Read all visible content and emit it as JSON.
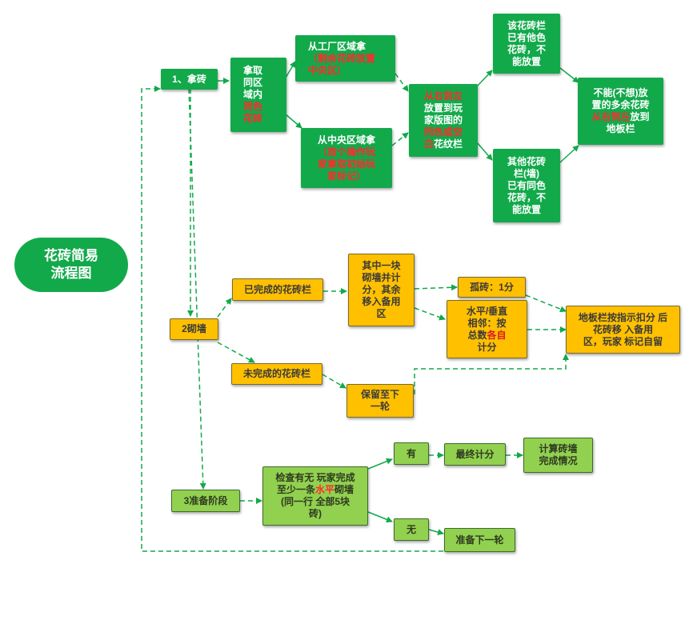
{
  "title": [
    "花砖简易",
    "流程图"
  ],
  "step1": {
    "label": "1、拿砖",
    "take": [
      "拿取",
      "同区",
      "域内",
      "同色",
      "花砖"
    ],
    "factory": [
      "从工厂区域拿",
      "（剩余花砖放置",
      "中央区）"
    ],
    "center": [
      "从中央区域拿",
      "（首个操作玩",
      "家拿取初始玩",
      "家标记）"
    ],
    "place": [
      "从右到左",
      "放置到玩",
      "家版图的",
      "同色或空",
      "白花纹栏"
    ],
    "row_other_color": [
      "该花砖栏",
      "已有他色",
      "花砖，不",
      "能放置"
    ],
    "wall_same_color": [
      "其他花砖",
      "栏(墙)",
      "已有同色",
      "花砖，不",
      "能放置"
    ],
    "overflow": [
      "不能(不想)放",
      "置的多余花砖",
      "从右到左放到",
      "地板栏"
    ]
  },
  "step2": {
    "label": "2砌墙",
    "completed_row": "已完成的花砖栏",
    "move_one": [
      "其中一块",
      "砌墙并计",
      "分，其余",
      "移入备用",
      "区"
    ],
    "isolated": "孤砖：1分",
    "adjacent": [
      "水平/垂直",
      "相邻：按",
      "总数各自",
      "计分"
    ],
    "floor": [
      "地板栏按指示扣分 后",
      "花砖移 入备用",
      "区，玩家 标记自留"
    ],
    "incomplete_row": "未完成的花砖栏",
    "keep": [
      "保留至下",
      "一轮"
    ]
  },
  "step3": {
    "label": "3准备阶段",
    "check": [
      "检查有无 玩家完成",
      "至少一条水平砌墙",
      "(同一行 全部5块",
      "砖)"
    ],
    "yes": "有",
    "final_score": "最终计分",
    "wall_calc": [
      "计算砖墙",
      "完成情况"
    ],
    "no": "无",
    "next_round": "准备下一轮"
  },
  "colors": {
    "green": "#12a94b",
    "orange": "#ffc000",
    "light_green": "#92d050",
    "red_text": "#ff2b2b",
    "connector": "#12a94b"
  }
}
